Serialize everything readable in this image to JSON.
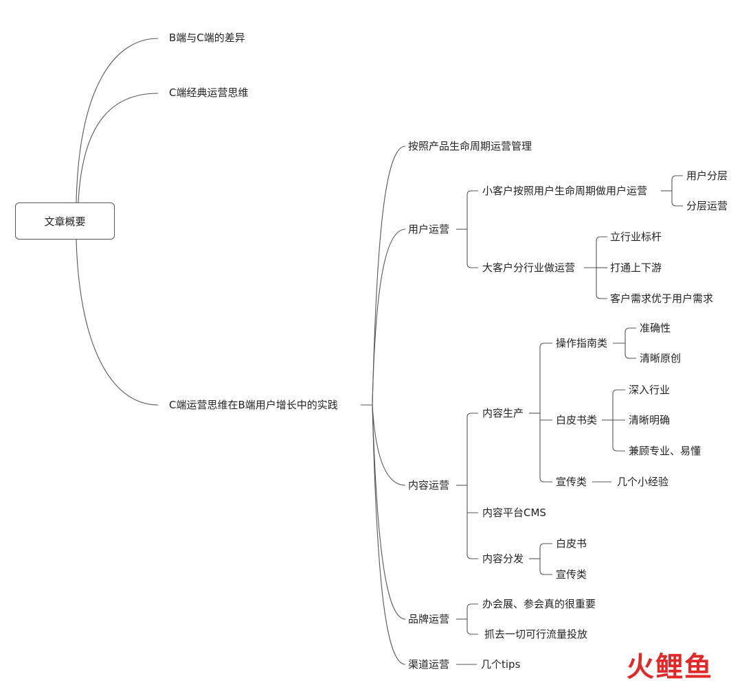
{
  "root": "文章概要",
  "level1": {
    "b_vs_c": "B端与C端的差异",
    "c_classic": "C端经典运营思维",
    "practice": "C端运营思维在B端用户增长中的实践"
  },
  "practice": {
    "lifecycle_mgmt": "按照产品生命周期运营管理",
    "user_ops": {
      "label": "用户运营",
      "small_clients": {
        "label": "小客户按照用户生命周期做用户运营",
        "children": [
          "用户分层",
          "分层运营"
        ]
      },
      "large_clients": {
        "label": "大客户分行业做运营",
        "children": [
          "立行业标杆",
          "打通上下游",
          "客户需求优于用户需求"
        ]
      }
    },
    "content_ops": {
      "label": "内容运营",
      "production": {
        "label": "内容生产",
        "guides": {
          "label": "操作指南类",
          "children": [
            "准确性",
            "清晰原创"
          ]
        },
        "whitepaper": {
          "label": "白皮书类",
          "children": [
            "深入行业",
            "清晰明确",
            "兼顾专业、易懂"
          ]
        },
        "promo": {
          "label": "宣传类",
          "children": [
            "几个小经验"
          ]
        }
      },
      "cms": "内容平台CMS",
      "distribution": {
        "label": "内容分发",
        "children": [
          "白皮书",
          "宣传类"
        ]
      }
    },
    "brand_ops": {
      "label": "品牌运营",
      "children": [
        "办会展、参会真的很重要",
        "抓去一切可行流量投放"
      ]
    },
    "channel_ops": {
      "label": "渠道运营",
      "children": [
        "几个tips"
      ]
    }
  },
  "watermark": "火鲤鱼",
  "colors": {
    "line": "#555555",
    "text": "#222222",
    "watermark": "#e02a2a"
  }
}
